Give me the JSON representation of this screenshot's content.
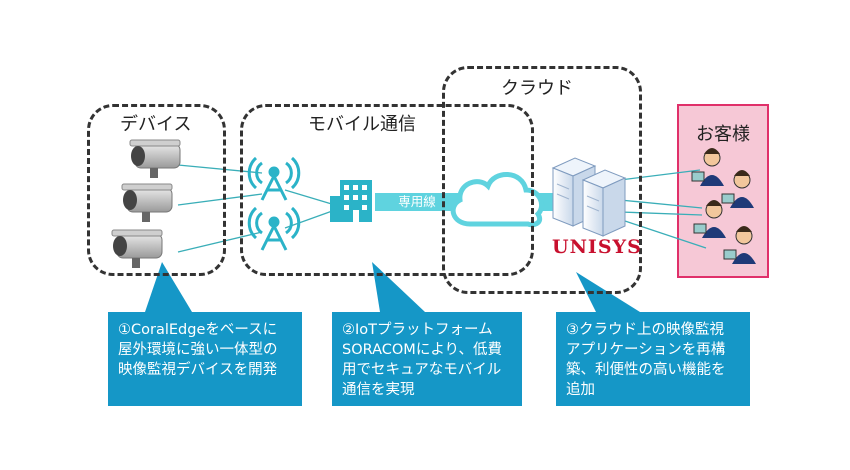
{
  "groups": {
    "devices": "デバイス",
    "mobile": "モバイル通信",
    "cloud": "クラウド",
    "customers": "お客様"
  },
  "link_label": "専用線",
  "brand": "UNISYS",
  "callouts": [
    {
      "lines": [
        "①CoralEdgeをベースに",
        "屋外環境に強い一体型の",
        "映像監視デバイスを開発"
      ]
    },
    {
      "lines": [
        "②IoTプラットフォーム",
        "SORACOMにより、低費",
        "用でセキュアなモバイル",
        "通信を実現"
      ]
    },
    {
      "lines": [
        "③クラウド上の映像監視",
        "アプリケーションを再構",
        "築、利便性の高い機能を",
        "追加"
      ]
    }
  ],
  "colors": {
    "accent": "#1597c7",
    "link": "#5fd3df",
    "customers_fill": "#f6c8d6",
    "customers_border": "#e0306a",
    "brand": "#c8102e"
  },
  "icons": [
    "camera-icon",
    "antenna-tower-icon",
    "building-icon",
    "cloud-icon",
    "server-icon",
    "user-with-laptop-icon"
  ]
}
